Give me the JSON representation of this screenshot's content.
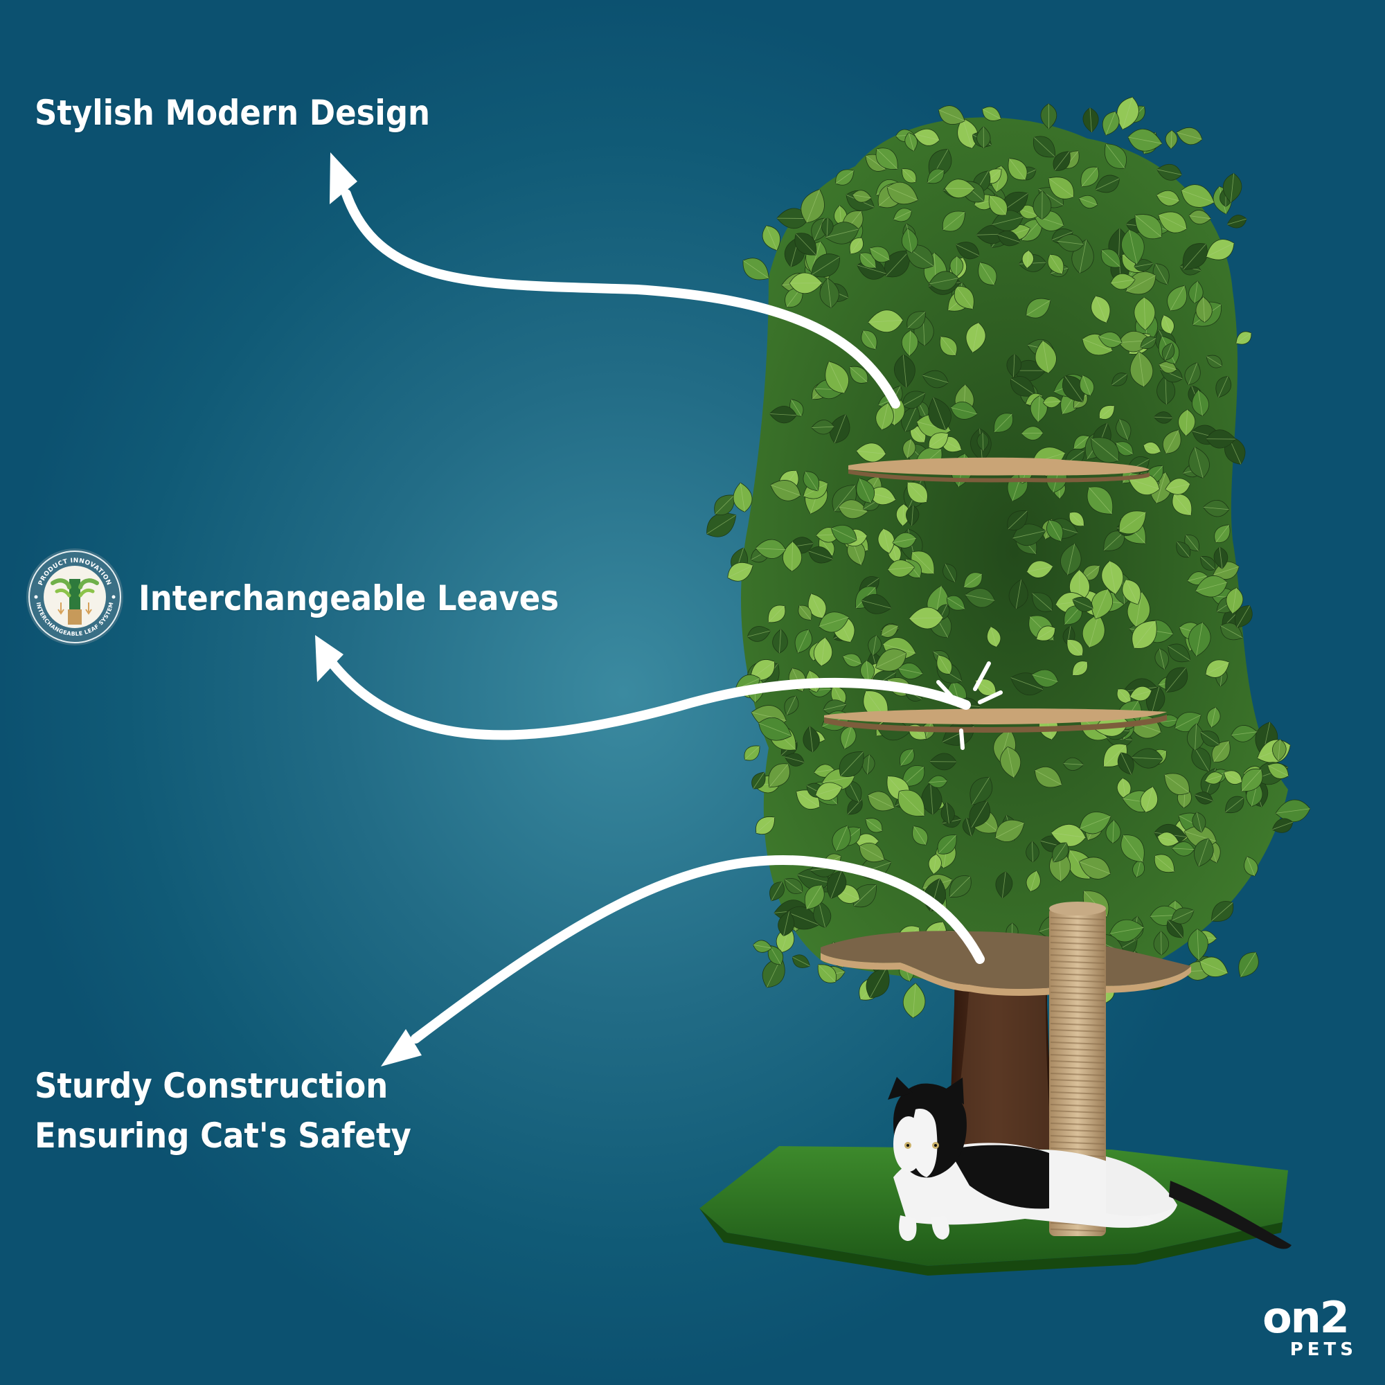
{
  "features": {
    "design": "Stylish Modern Design",
    "leaves": "Interchangeable Leaves",
    "sturdy_line1": "Sturdy Construction",
    "sturdy_line2": "Ensuring Cat's Safety"
  },
  "badge": {
    "top_text": "PRODUCT INNOVATION",
    "bottom_text": "INTERCHANGEABLE LEAF SYSTEM"
  },
  "brand": {
    "name": "on2",
    "sub": "PETS"
  },
  "colors": {
    "background": "#105a76",
    "text": "#ffffff",
    "leaf_dark": "#2f5f25",
    "leaf_light": "#8cc34a",
    "trunk": "#4a2a18",
    "platform": "#c9a476",
    "grass": "#2f7a26"
  }
}
